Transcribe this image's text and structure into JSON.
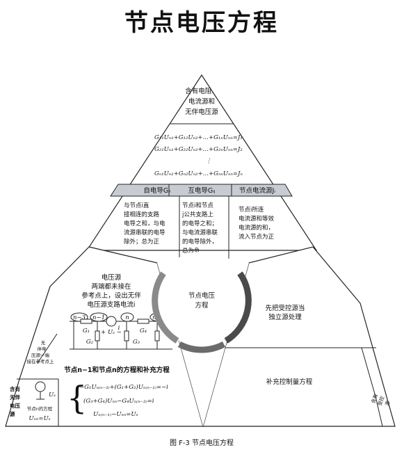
{
  "title": "节点电压方程",
  "top_section": {
    "header_lines": [
      "含有电阻、",
      "电流源和",
      "无伴电压源"
    ],
    "equations": [
      "G₁₁Uₙ₁+G₁₂Uₙ₂+…+G₁ₙUₙₙ=J₁",
      "G₂₁Uₙ₁+G₂₂Uₙ₂+…+G₂ₙUₙₙ=J₂",
      "⋮",
      "Gₙ₁Uₙ₁+Gₙ₂Uₙ₂+…+GₙₙUₙₙ=Jₙ"
    ],
    "headers": [
      "自电导Gᵢᵢ",
      "互电导Gᵢⱼ",
      "节点电流源Jᵢ"
    ],
    "columns": [
      [
        "与节点i直",
        "接相连的支路",
        "电导之和，与电",
        "流源串联的电导",
        "除外；总为正"
      ],
      [
        "节点i和节点",
        "j公共支路上",
        "的电导之和；",
        "与电流源串联",
        "的电导除外，",
        "总为负"
      ],
      [
        "节点i所连",
        "电流源和等效",
        "电流源的和，",
        "流入节点为正"
      ]
    ]
  },
  "center": {
    "lines": [
      "节点电压",
      "方程"
    ]
  },
  "left_section": {
    "intro_lines": [
      "电压源",
      "两端都未接在",
      "参考点上，设出无伴",
      "电压源支路电流i"
    ],
    "circuit": {
      "node_labels": [
        "n−3",
        "n−1",
        "n",
        "n−2"
      ],
      "element_labels": [
        "G₁",
        "G₂",
        "+ Uₛ −",
        "i",
        "G₃",
        "G₄"
      ]
    },
    "caption": "节点n−1和节点n的方程和补充方程",
    "equations": [
      "−G₁Uₙ₍ₙ₋₃₎+(G₁+G₂)Uₙ₍ₙ₋₁₎=−i",
      "(G₃+G₄)Uₙₙ−G₄Uₙ₍ₙ₋₂₎=i",
      "Uₙ₍ₙ₋₁₎−Uₙₙ=Uₛ"
    ],
    "side_note_lines": [
      "无",
      "伴电",
      "压源一端",
      "接在参考点上"
    ],
    "source_labels": [
      "Uₛ"
    ],
    "node_eq_label": "节点n的方程",
    "node_eq": "Uₙₙ=Uₛ",
    "tab_lines": [
      "含有",
      "无伴",
      "电压",
      "源"
    ]
  },
  "right_section": {
    "upper_lines": [
      "先把受控源当",
      "独立源处理"
    ],
    "lower_text": "补充控制量方程",
    "tab_lines": [
      "含有",
      "受控",
      "源"
    ]
  },
  "figure_caption": "图 F-3    节点电压方程"
}
